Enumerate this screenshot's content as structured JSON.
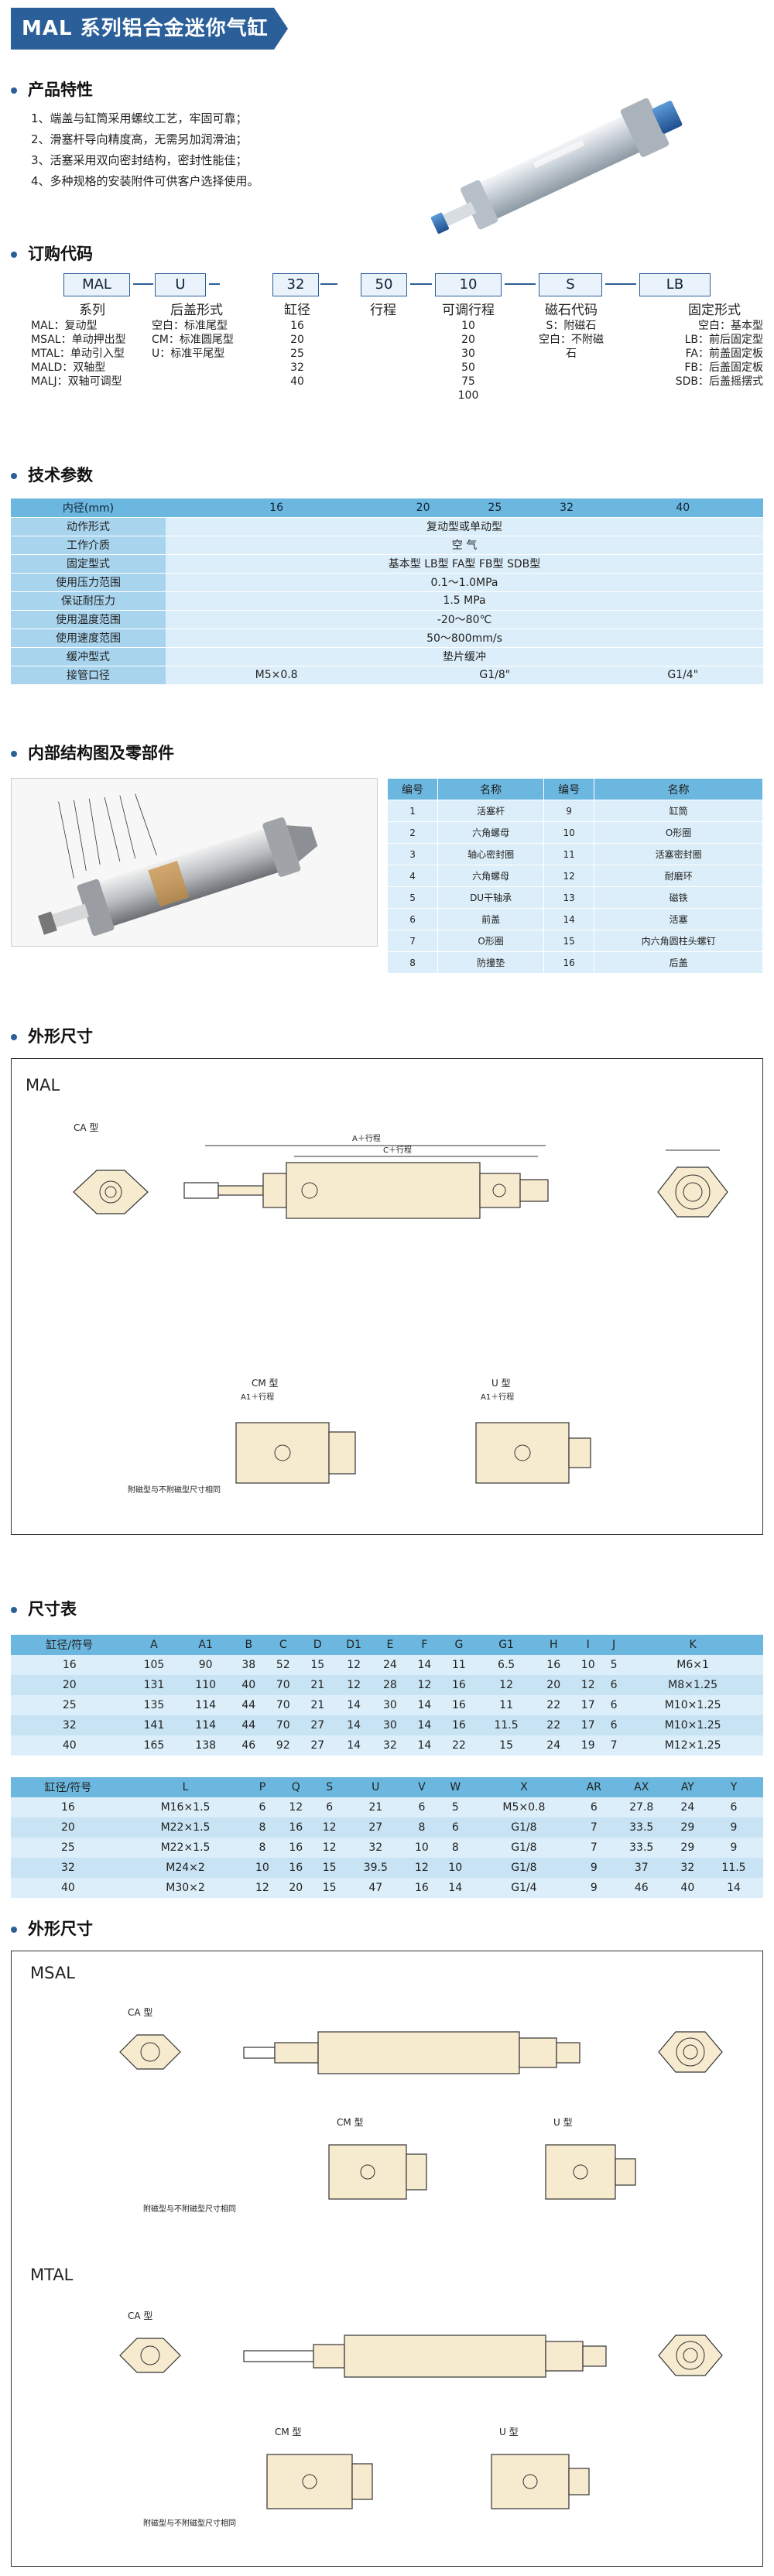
{
  "title": "MAL 系列铝合金迷你气缸",
  "features": {
    "heading": "产品特性",
    "items": [
      "1、端盖与缸筒采用螺纹工艺，牢固可靠；",
      "2、滑塞杆导向精度高，无需另加润滑油；",
      "3、活塞采用双向密封结构，密封性能佳；",
      "4、多种规格的安装附件可供客户选择使用。"
    ]
  },
  "order": {
    "heading": "订购代码",
    "codes": [
      "MAL",
      "U",
      "32",
      "50",
      "10",
      "S",
      "LB"
    ],
    "columns": [
      {
        "title": "系列",
        "lines": [
          "MAL：复动型",
          "MSAL：单动押出型",
          "MTAL：单动引入型",
          "MALD：双轴型",
          "MALJ：双轴可调型"
        ]
      },
      {
        "title": "后盖形式",
        "lines": [
          "空白：标准尾型",
          "CM：标准圆尾型",
          "U：标准平尾型"
        ]
      },
      {
        "title": "缸径",
        "lines": [
          "16",
          "20",
          "25",
          "32",
          "40"
        ]
      },
      {
        "title": "行程",
        "lines": []
      },
      {
        "title": "可调行程",
        "lines": [
          "10",
          "20",
          "30",
          "50",
          "75",
          "100"
        ]
      },
      {
        "title": "磁石代码",
        "lines": [
          "S：附磁石",
          "空白：不附磁石"
        ]
      },
      {
        "title": "固定形式",
        "lines": [
          "空白：基本型",
          "LB：前后固定型",
          "FA：前盖固定板",
          "FB：后盖固定板",
          "SDB：后盖摇摆式"
        ]
      }
    ]
  },
  "tech": {
    "heading": "技术参数",
    "header": [
      "内径(mm)",
      "16",
      "20",
      "25",
      "32",
      "40"
    ],
    "rows": [
      [
        "动作形式",
        "复动型或单动型"
      ],
      [
        "工作介质",
        "空 气"
      ],
      [
        "固定型式",
        "基本型  LB型  FA型  FB型  SDB型"
      ],
      [
        "使用压力范围",
        "0.1～1.0MPa"
      ],
      [
        "保证耐压力",
        "1.5 MPa"
      ],
      [
        "使用温度范围",
        "-20～80℃"
      ],
      [
        "使用速度范围",
        "50～800mm/s"
      ],
      [
        "缓冲型式",
        "垫片缓冲"
      ]
    ],
    "port": {
      "label": "接管口径",
      "v1": "M5×0.8",
      "v2": "G1/8\"",
      "v3": "G1/4\""
    }
  },
  "structure": {
    "heading": "内部结构图及零部件",
    "header": [
      "编号",
      "名称",
      "编号",
      "名称"
    ],
    "rows": [
      [
        "1",
        "活塞杆",
        "9",
        "缸筒"
      ],
      [
        "2",
        "六角螺母",
        "10",
        "O形圈"
      ],
      [
        "3",
        "轴心密封圈",
        "11",
        "活塞密封圈"
      ],
      [
        "4",
        "六角螺母",
        "12",
        "耐磨环"
      ],
      [
        "5",
        "DU干轴承",
        "13",
        "磁铁"
      ],
      [
        "6",
        "前盖",
        "14",
        "活塞"
      ],
      [
        "7",
        "O形圈",
        "15",
        "内六角圆柱头螺钉"
      ],
      [
        "8",
        "防撞垫",
        "16",
        "后盖"
      ]
    ]
  },
  "outline1": {
    "heading": "外形尺寸",
    "model": "MAL",
    "ca": "CA 型",
    "cm": "CM 型",
    "u": "U 型",
    "note": "附磁型与不附磁型尺寸相同",
    "labels": {
      "a": "A＋行程",
      "c": "C＋行程",
      "a1": "A1＋行程"
    }
  },
  "size": {
    "heading": "尺寸表",
    "h1": [
      "缸径/符号",
      "A",
      "A1",
      "B",
      "C",
      "D",
      "D1",
      "E",
      "F",
      "G",
      "G1",
      "H",
      "I",
      "J",
      "K"
    ],
    "r1": [
      [
        "16",
        "105",
        "90",
        "38",
        "52",
        "15",
        "12",
        "24",
        "14",
        "11",
        "6.5",
        "16",
        "10",
        "5",
        "M6×1"
      ],
      [
        "20",
        "131",
        "110",
        "40",
        "70",
        "21",
        "12",
        "28",
        "12",
        "16",
        "12",
        "20",
        "12",
        "6",
        "M8×1.25"
      ],
      [
        "25",
        "135",
        "114",
        "44",
        "70",
        "21",
        "14",
        "30",
        "14",
        "16",
        "11",
        "22",
        "17",
        "6",
        "M10×1.25"
      ],
      [
        "32",
        "141",
        "114",
        "44",
        "70",
        "27",
        "14",
        "30",
        "14",
        "16",
        "11.5",
        "22",
        "17",
        "6",
        "M10×1.25"
      ],
      [
        "40",
        "165",
        "138",
        "46",
        "92",
        "27",
        "14",
        "32",
        "14",
        "22",
        "15",
        "24",
        "19",
        "7",
        "M12×1.25"
      ]
    ],
    "h2": [
      "缸径/符号",
      "L",
      "P",
      "Q",
      "S",
      "U",
      "V",
      "W",
      "X",
      "AR",
      "AX",
      "AY",
      "Y"
    ],
    "r2": [
      [
        "16",
        "M16×1.5",
        "6",
        "12",
        "6",
        "21",
        "6",
        "5",
        "M5×0.8",
        "6",
        "27.8",
        "24",
        "6"
      ],
      [
        "20",
        "M22×1.5",
        "8",
        "16",
        "12",
        "27",
        "8",
        "6",
        "G1/8",
        "7",
        "33.5",
        "29",
        "9"
      ],
      [
        "25",
        "M22×1.5",
        "8",
        "16",
        "12",
        "32",
        "10",
        "8",
        "G1/8",
        "7",
        "33.5",
        "29",
        "9"
      ],
      [
        "32",
        "M24×2",
        "10",
        "16",
        "15",
        "39.5",
        "12",
        "10",
        "G1/8",
        "9",
        "37",
        "32",
        "11.5"
      ],
      [
        "40",
        "M30×2",
        "12",
        "20",
        "15",
        "47",
        "16",
        "14",
        "G1/4",
        "9",
        "46",
        "40",
        "14"
      ]
    ]
  },
  "outline2": {
    "heading": "外形尺寸",
    "msal": "MSAL",
    "mtal": "MTAL",
    "ca": "CA 型",
    "cm": "CM 型",
    "u": "U 型",
    "note": "附磁型与不附磁型尺寸相同"
  },
  "colors": {
    "accent": "#2b5f9a",
    "table_head": "#6bb7df",
    "table_body": "#dceef9",
    "cylinder": "#f7ebcf"
  }
}
